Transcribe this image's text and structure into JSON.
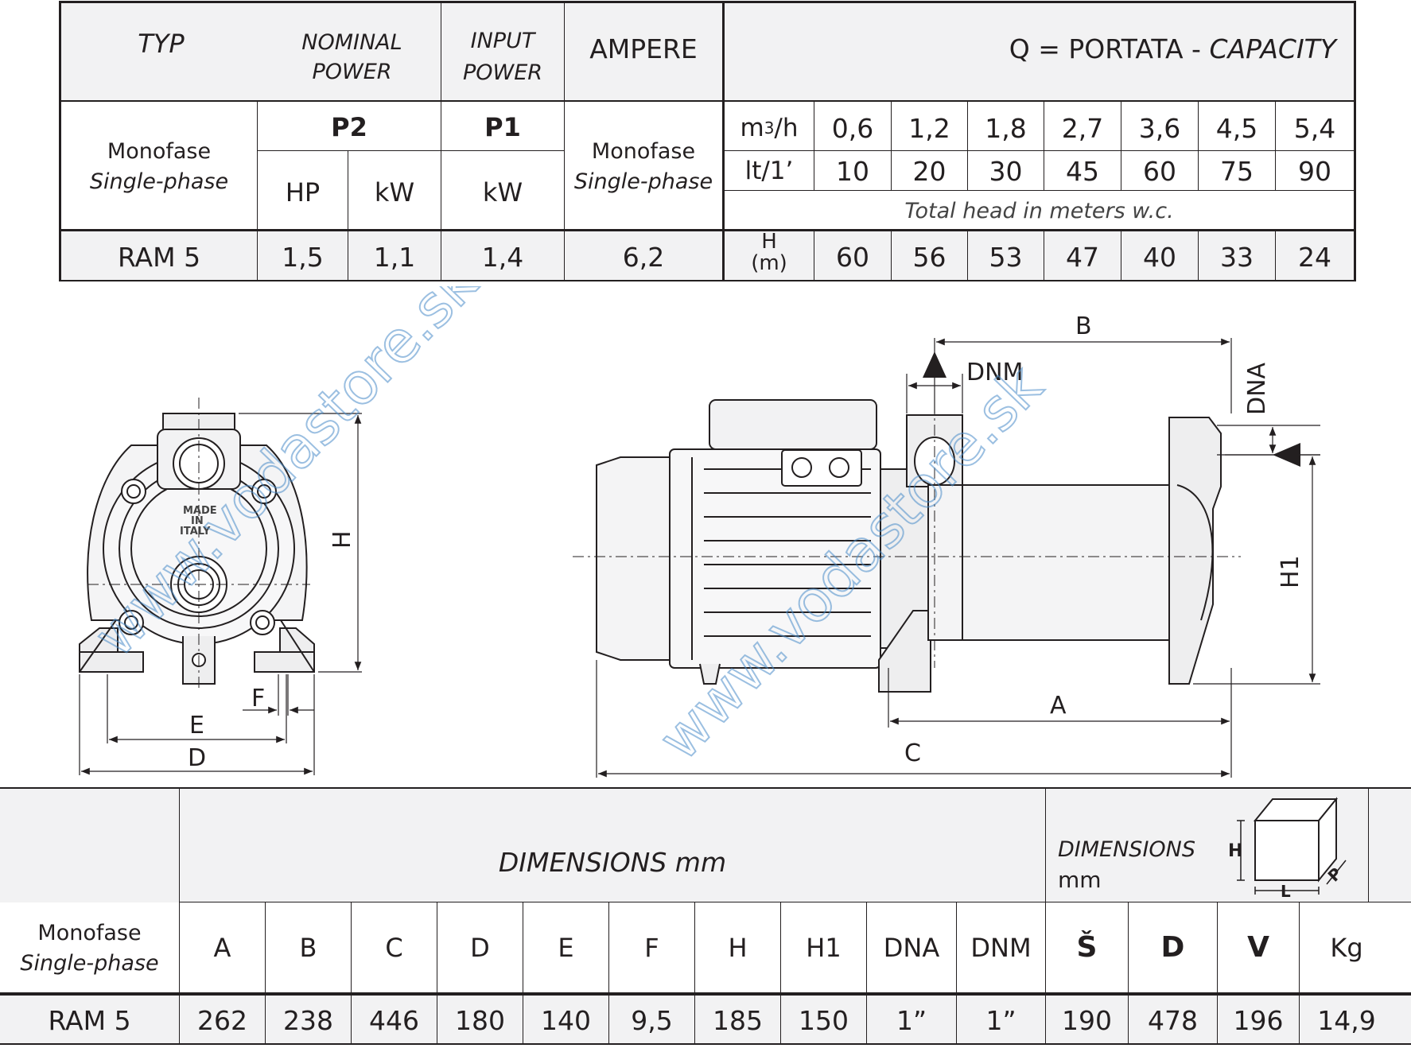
{
  "performance_table": {
    "header": {
      "typ": "TYP",
      "nominal_power": "NOMINAL POWER",
      "nominal_power_l1": "NOMINAL",
      "nominal_power_l2": "POWER",
      "input_power_l1": "INPUT",
      "input_power_l2": "POWER",
      "ampere": "AMPERE",
      "capacity_prefix": "Q = PORTATA - ",
      "capacity_suffix": "CAPACITY"
    },
    "phase_label_it": "Monofase",
    "phase_label_en": "Single-phase",
    "p2_label": "P2",
    "p1_label": "P1",
    "unit_hp": "HP",
    "unit_kw_p2": "kW",
    "unit_kw_p1": "kW",
    "ampere_phase_it": "Monofase",
    "ampere_phase_en": "Single-phase",
    "flow_unit_m3h_base": "m",
    "flow_unit_m3h_sup": "3",
    "flow_unit_m3h_tail": "/h",
    "flow_unit_lmin": "lt/1’",
    "flow_m3h": [
      "0,6",
      "1,2",
      "1,8",
      "2,7",
      "3,6",
      "4,5",
      "5,4"
    ],
    "flow_lmin": [
      "10",
      "20",
      "30",
      "45",
      "60",
      "75",
      "90"
    ],
    "total_head_note": "Total head in meters w.c.",
    "head_unit_top": "H",
    "head_unit_bottom": "(m)",
    "row": {
      "model": "RAM 5",
      "hp": "1,5",
      "kw": "1,1",
      "p1_kw": "1,4",
      "ampere": "6,2",
      "heads": [
        "60",
        "56",
        "53",
        "47",
        "40",
        "33",
        "24"
      ]
    }
  },
  "drawing": {
    "labels": {
      "B": "B",
      "DNM": "DNM",
      "DNA": "DNA",
      "H": "H",
      "H1": "H1",
      "A": "A",
      "C": "C",
      "D": "D",
      "E": "E",
      "F": "F"
    },
    "casting_text": [
      "MADE",
      "IN",
      "ITALY"
    ],
    "watermark": "www.vodastore.sk"
  },
  "dimensions_table": {
    "title": "DIMENSIONS mm",
    "pack_title_l1": "DIMENSIONS",
    "pack_title_l2": "mm",
    "pack_icon_labels": {
      "h": "H",
      "l": "L",
      "p": "P"
    },
    "phase_label_it": "Monofase",
    "phase_label_en": "Single-phase",
    "columns": [
      "A",
      "B",
      "C",
      "D",
      "E",
      "F",
      "H",
      "H1",
      "DNA",
      "DNM"
    ],
    "pack_columns": [
      "Š",
      "D",
      "V",
      "Kg"
    ],
    "row": {
      "model": "RAM 5",
      "values": [
        "262",
        "238",
        "446",
        "180",
        "140",
        "9,5",
        "185",
        "150",
        "1”",
        "1”"
      ],
      "pack_values": [
        "190",
        "478",
        "196",
        "14,9"
      ]
    }
  }
}
